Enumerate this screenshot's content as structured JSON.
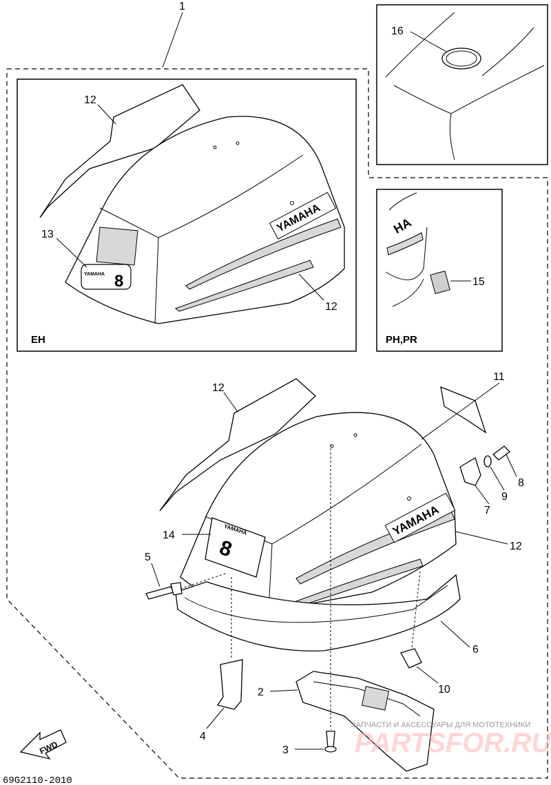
{
  "callouts": {
    "c1": "1",
    "c2": "2",
    "c3": "3",
    "c4": "4",
    "c5": "5",
    "c6": "6",
    "c7": "7",
    "c8": "8",
    "c9": "9",
    "c10": "10",
    "c11": "11",
    "c12_top": "12",
    "c12_eh_right": "12",
    "c12_main_left": "12",
    "c12_main_right": "12",
    "c13": "13",
    "c14": "14",
    "c15": "15",
    "c16": "16"
  },
  "box_labels": {
    "eh": "EH",
    "ph_pr": "PH,PR"
  },
  "decals": {
    "brand": "YAMAHA",
    "model_number": "8",
    "fwd": "FWD"
  },
  "diagram_code": "69G2110-2010",
  "watermark": {
    "tagline": "ЗАПЧАСТИ И АКСЕССУАРЫ ДЛЯ МОТОТЕХНИКИ",
    "site": "PARTSFOR.RU"
  },
  "colors": {
    "ink": "#000000",
    "watermark_red": "#ff9999",
    "paper": "#ffffff"
  }
}
